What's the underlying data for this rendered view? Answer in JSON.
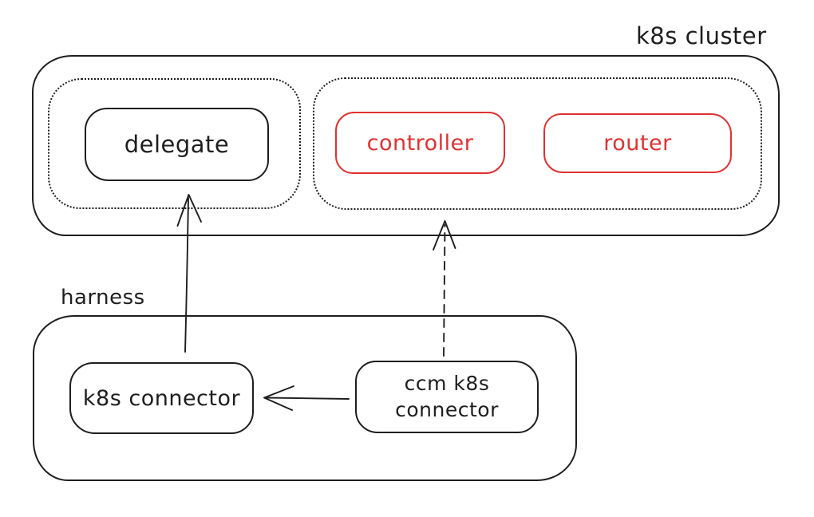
{
  "colors": {
    "stroke": "#1e1e1e",
    "accent_red": "#e03131",
    "background": "#ffffff"
  },
  "labels": {
    "cluster": "k8s cluster",
    "harness": "harness",
    "delegate": "delegate",
    "controller": "controller",
    "router": "router",
    "k8s_connector": "k8s connector",
    "ccm_k8s_connector": "ccm k8s connector"
  },
  "edges": [
    {
      "from": "k8s connector",
      "to": "delegate",
      "style": "solid"
    },
    {
      "from": "ccm k8s connector",
      "to": "controller",
      "style": "dashed"
    },
    {
      "from": "ccm k8s connector",
      "to": "k8s connector",
      "style": "solid"
    }
  ]
}
